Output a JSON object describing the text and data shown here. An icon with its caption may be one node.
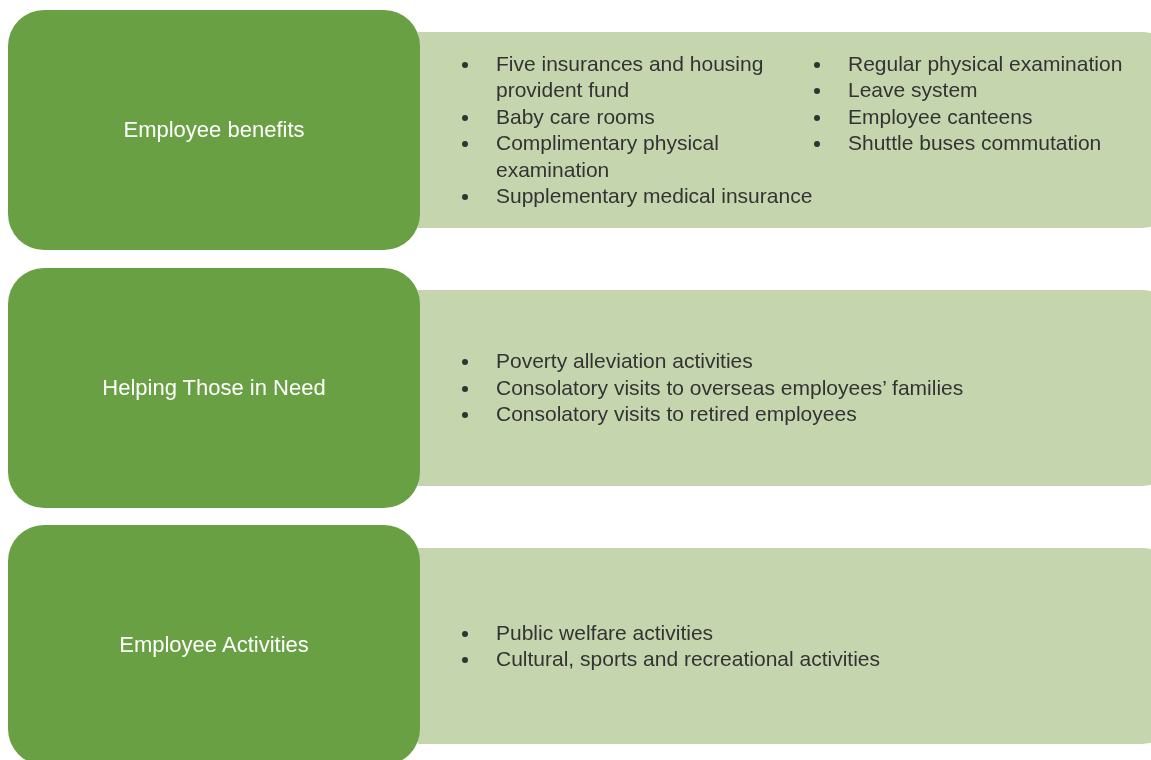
{
  "diagram": {
    "nodes": [
      {
        "text": [
          "Employee benefits"
        ]
      },
      {
        "text": [
          "Five insurances and housing provident fund",
          "Baby care rooms",
          "Complimentary physical examination",
          "Supplementary medical insurance",
          "Regular physical examination",
          "Leave system",
          "Employee canteens",
          "Shuttle buses commutation"
        ]
      },
      {
        "text": [
          "Helping Those in Need"
        ]
      },
      {
        "text": [
          "Poverty alleviation activities",
          "Consolatory visits to overseas employees’ families",
          "Consolatory visits to retired employees"
        ]
      },
      {
        "text": [
          "Employee Activities"
        ]
      },
      {
        "text": [
          "Public welfare activities",
          "Cultural, sports and recreational activities"
        ]
      }
    ]
  }
}
